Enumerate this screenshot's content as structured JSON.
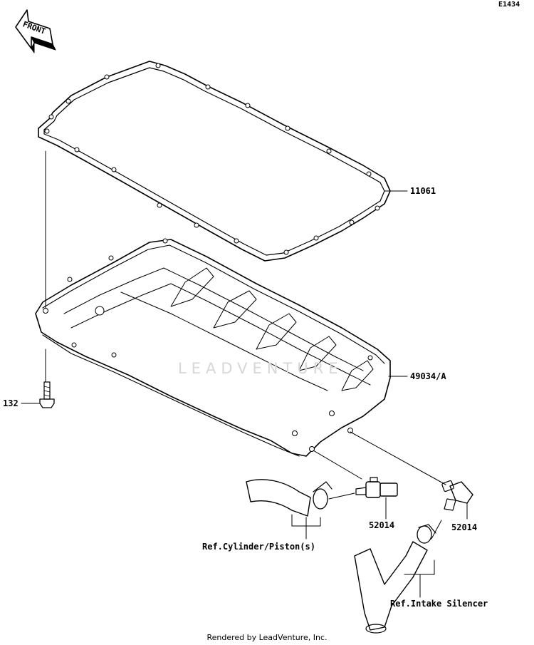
{
  "diagram_code": "E1434",
  "front_label": "FRONT",
  "watermark": "LEADVENTURE",
  "footer": "Rendered by LeadVenture, Inc.",
  "parts": [
    {
      "number": "11061"
    },
    {
      "number": "49034/A"
    },
    {
      "number": "132"
    },
    {
      "number": "52014"
    },
    {
      "number": "52014"
    }
  ],
  "references": [
    {
      "text": "Ref.Cylinder/Piston(s)"
    },
    {
      "text": "Ref.Intake Silencer"
    }
  ]
}
